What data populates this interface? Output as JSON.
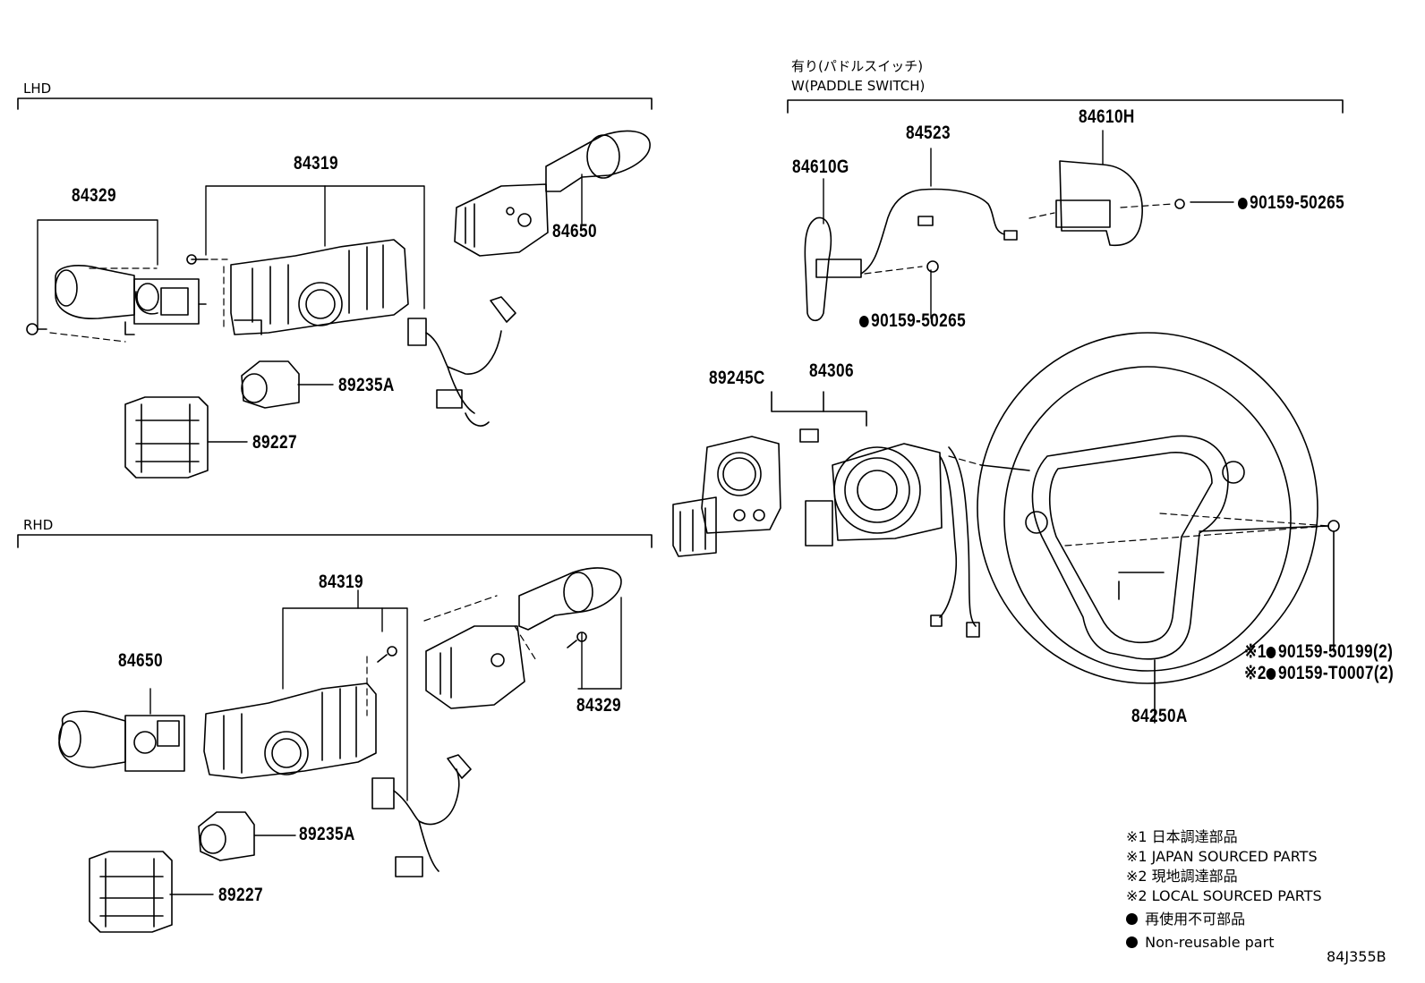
{
  "sections": {
    "lhd": "LHD",
    "rhd": "RHD",
    "paddle_jp": "有り(パドルスイッチ)",
    "paddle_en": "W(PADDLE SWITCH)"
  },
  "parts": {
    "lhd_84329": "84329",
    "lhd_84319": "84319",
    "lhd_84650": "84650",
    "lhd_89235A": "89235A",
    "lhd_89227": "89227",
    "rhd_84319": "84319",
    "rhd_84650": "84650",
    "rhd_84329": "84329",
    "rhd_89235A": "89235A",
    "rhd_89227": "89227",
    "p_84610G": "84610G",
    "p_84523": "84523",
    "p_84610H": "84610H",
    "p_90159_50265_a": "90159-50265",
    "p_90159_50265_b": "90159-50265",
    "p_89245C": "89245C",
    "p_84306": "84306",
    "p_84250A": "84250A",
    "p_90159_50199": "90159-50199(2)",
    "p_90159_T0007": "90159-T0007(2)",
    "mark1": "※1",
    "mark2": "※2"
  },
  "legend": {
    "l1": "※1 日本調達部品",
    "l2": "※1 JAPAN SOURCED PARTS",
    "l3": "※2 現地調達部品",
    "l4": "※2 LOCAL SOURCED PARTS",
    "l5": "再使用不可部品",
    "l6": "Non-reusable part"
  },
  "diagram_code": "84J355B"
}
